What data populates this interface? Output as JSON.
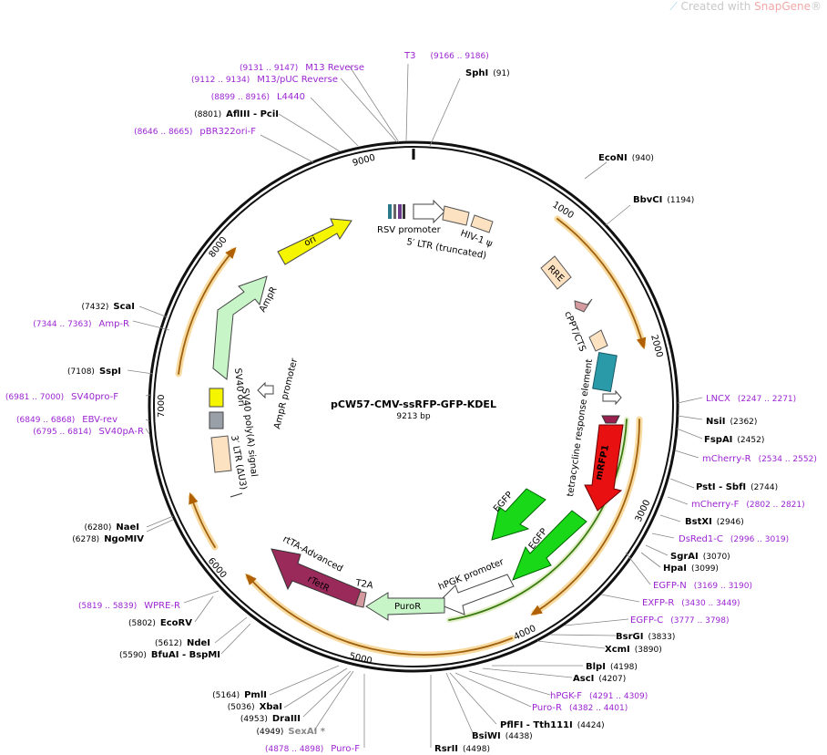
{
  "watermark": {
    "prefix": "Created with ",
    "brand": "SnapGene",
    "suffix": "®"
  },
  "plasmid": {
    "name": "pCW57-CMV-ssRFP-GFP-KDEL",
    "length": "9213 bp"
  },
  "ticks": [
    "1000",
    "2000",
    "3000",
    "4000",
    "5000",
    "6000",
    "7000",
    "8000",
    "9000"
  ],
  "sites": [
    {
      "id": "sphi",
      "name": "SphI",
      "pos": "(91)"
    },
    {
      "id": "econi",
      "name": "EcoNI",
      "pos": "(940)"
    },
    {
      "id": "bbvci",
      "name": "BbvCI",
      "pos": "(1194)"
    },
    {
      "id": "lncx",
      "name": "LNCX",
      "pos": "(2247 .. 2271)"
    },
    {
      "id": "nsii",
      "name": "NsiI",
      "pos": "(2362)"
    },
    {
      "id": "fspai",
      "name": "FspAI",
      "pos": "(2452)"
    },
    {
      "id": "mcherryr",
      "name": "mCherry-R",
      "pos": "(2534 .. 2552)"
    },
    {
      "id": "psti",
      "name": "PstI - SbfI",
      "pos": "(2744)"
    },
    {
      "id": "mcherryf",
      "name": "mCherry-F",
      "pos": "(2802 .. 2821)"
    },
    {
      "id": "bstxi",
      "name": "BstXI",
      "pos": "(2946)"
    },
    {
      "id": "dsred",
      "name": "DsRed1-C",
      "pos": "(2996 .. 3019)"
    },
    {
      "id": "sgrai",
      "name": "SgrAI",
      "pos": "(3070)"
    },
    {
      "id": "hpai",
      "name": "HpaI",
      "pos": "(3099)"
    },
    {
      "id": "egfpn",
      "name": "EGFP-N",
      "pos": "(3169 .. 3190)"
    },
    {
      "id": "exfpr",
      "name": "EXFP-R",
      "pos": "(3430 .. 3449)"
    },
    {
      "id": "egfpc",
      "name": "EGFP-C",
      "pos": "(3777 .. 3798)"
    },
    {
      "id": "bsrgi",
      "name": "BsrGI",
      "pos": "(3833)"
    },
    {
      "id": "xcmi",
      "name": "XcmI",
      "pos": "(3890)"
    },
    {
      "id": "blpi",
      "name": "BlpI",
      "pos": "(4198)"
    },
    {
      "id": "asci",
      "name": "AscI",
      "pos": "(4207)"
    },
    {
      "id": "hpgkf",
      "name": "hPGK-F",
      "pos": "(4291 .. 4309)"
    },
    {
      "id": "puror",
      "name": "Puro-R",
      "pos": "(4382 .. 4401)"
    },
    {
      "id": "pflfi",
      "name": "PflFI - Tth111I",
      "pos": "(4424)"
    },
    {
      "id": "bsiwi",
      "name": "BsiWI",
      "pos": "(4438)"
    },
    {
      "id": "rsrii",
      "name": "RsrII",
      "pos": "(4498)"
    },
    {
      "id": "purof",
      "name": "Puro-F",
      "pos": "(4878 .. 4898)"
    },
    {
      "id": "sexai",
      "name": "SexAI *",
      "pos": "(4949)"
    },
    {
      "id": "dralll",
      "name": "DraIII",
      "pos": "(4953)"
    },
    {
      "id": "xbai",
      "name": "XbaI",
      "pos": "(5036)"
    },
    {
      "id": "pmli",
      "name": "PmlI",
      "pos": "(5164)"
    },
    {
      "id": "bfuai",
      "name": "BfuAI - BspMI",
      "pos": "(5590)"
    },
    {
      "id": "ndei",
      "name": "NdeI",
      "pos": "(5612)"
    },
    {
      "id": "ecorv",
      "name": "EcoRV",
      "pos": "(5802)"
    },
    {
      "id": "wprer",
      "name": "WPRE-R",
      "pos": "(5819 .. 5839)"
    },
    {
      "id": "ngomiv",
      "name": "NgoMIV",
      "pos": "(6278)"
    },
    {
      "id": "naei",
      "name": "NaeI",
      "pos": "(6280)"
    },
    {
      "id": "sv40par",
      "name": "SV40pA-R",
      "pos": "(6795 .. 6814)"
    },
    {
      "id": "ebvrev",
      "name": "EBV-rev",
      "pos": "(6849 .. 6868)"
    },
    {
      "id": "sv40prof",
      "name": "SV40pro-F",
      "pos": "(6981 .. 7000)"
    },
    {
      "id": "sspi",
      "name": "SspI",
      "pos": "(7108)"
    },
    {
      "id": "ampr",
      "name": "Amp-R",
      "pos": "(7344 .. 7363)"
    },
    {
      "id": "scai",
      "name": "ScaI",
      "pos": "(7432)"
    },
    {
      "id": "pbr",
      "name": "pBR322ori-F",
      "pos": "(8646 .. 8665)"
    },
    {
      "id": "afliii",
      "name": "AflIII - PciI",
      "pos": "(8801)"
    },
    {
      "id": "l4440",
      "name": "L4440",
      "pos": "(8899 .. 8916)"
    },
    {
      "id": "m13puc",
      "name": "M13/pUC Reverse",
      "pos": "(9112 .. 9134)"
    },
    {
      "id": "m13rev",
      "name": "M13 Reverse",
      "pos": "(9131 .. 9147)"
    },
    {
      "id": "t3",
      "name": "T3",
      "pos": "(9166 .. 9186)"
    }
  ],
  "features": {
    "rsv": "RSV promoter",
    "ltr5": "5′ LTR (truncated)",
    "hiv": "HIV-1 ψ",
    "rre": "RRE",
    "cppt": "cPPT/CTS",
    "tre": "tetracycline response element",
    "mrfp1": "mRFP1",
    "egfp1": "EGFP",
    "egfp2": "EGFP",
    "hpgk": "hPGK promoter",
    "puror": "PuroR",
    "t2a": "T2A",
    "rtta": "rtTA-Advanced",
    "rtetr": "rTetR",
    "ltr3": "3′ LTR (ΔU3)",
    "sv40polya": "SV40 poly(A) signal",
    "sv40ori": "SV40 ori",
    "amppro": "AmpR promoter",
    "ampr": "AmpR",
    "ori": "ori"
  },
  "colors": {
    "primer": "#9b25d2",
    "enzyme": "#000000",
    "orf": "#e8a230"
  }
}
